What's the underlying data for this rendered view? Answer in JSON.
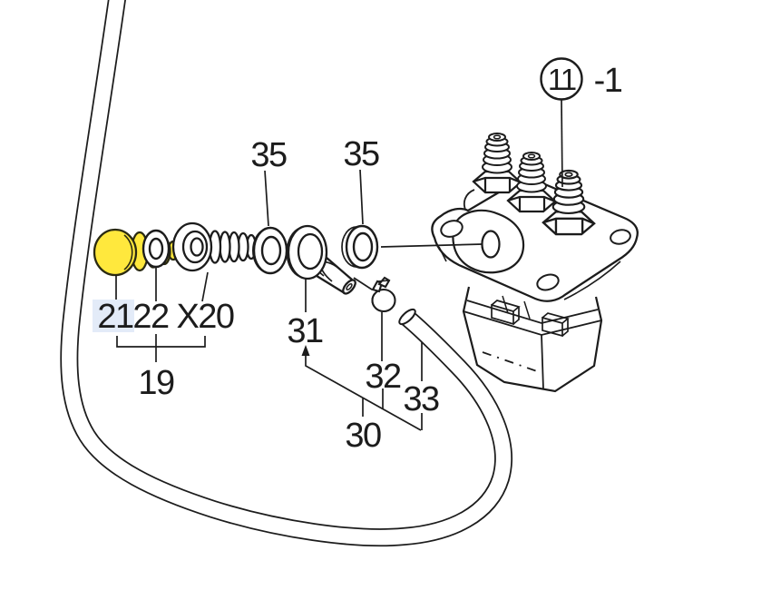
{
  "diagram_title": "fuel-injection-pump-hose-parts-diagram",
  "colors": {
    "background": "#ffffff",
    "line": "#1c1c1c",
    "selected_part_fill": "#ffe83d",
    "selected_label_background": "#e3ebf8"
  },
  "callouts": {
    "pump_circle_number": "11",
    "pump_suffix": "-1",
    "sealing_washer_left": "35",
    "sealing_washer_right": "35",
    "banjo_bolt": "21",
    "gasket": "22",
    "union_fitting": "X20",
    "bolt_group": "19",
    "eye_joint": "31",
    "hose_clamp": "32",
    "fuel_hose": "33",
    "hose_group": "30"
  }
}
